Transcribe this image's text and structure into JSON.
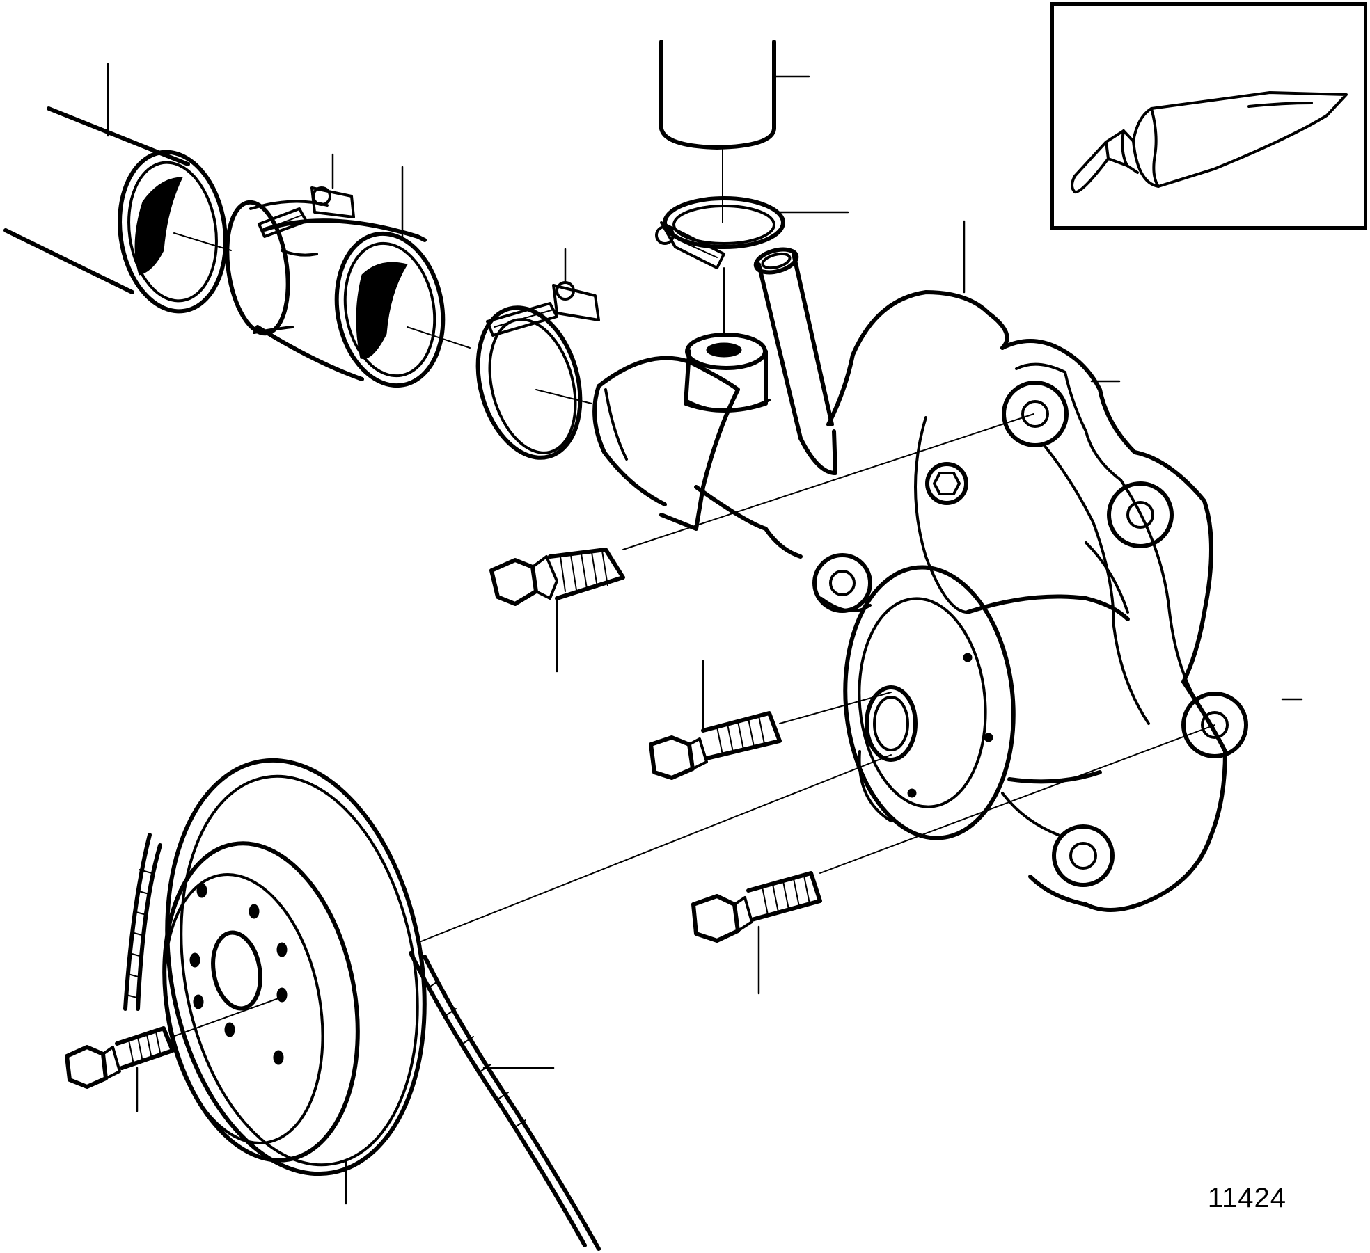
{
  "figure": {
    "number": "11424"
  },
  "inset": {
    "icon": "sealant-tube-icon"
  },
  "parts": [
    {
      "id": "coolant-hose",
      "icon": "hose-icon"
    },
    {
      "id": "hose-clamp-upper",
      "icon": "hose-clamp-icon"
    },
    {
      "id": "connecting-pipe",
      "icon": "pipe-icon"
    },
    {
      "id": "hose-clamp-lower",
      "icon": "hose-clamp-icon"
    },
    {
      "id": "bypass-hose",
      "icon": "hose-icon"
    },
    {
      "id": "bypass-hose-clamp",
      "icon": "hose-clamp-icon"
    },
    {
      "id": "water-pump-housing",
      "icon": "water-pump-icon"
    },
    {
      "id": "pump-bolt-upper",
      "icon": "bolt-icon"
    },
    {
      "id": "pump-bolt-middle",
      "icon": "bolt-icon"
    },
    {
      "id": "pump-bolt-lower",
      "icon": "bolt-icon"
    },
    {
      "id": "pulley",
      "icon": "pulley-icon"
    },
    {
      "id": "pulley-bolt",
      "icon": "bolt-icon"
    },
    {
      "id": "drive-belt",
      "icon": "belt-icon"
    }
  ]
}
